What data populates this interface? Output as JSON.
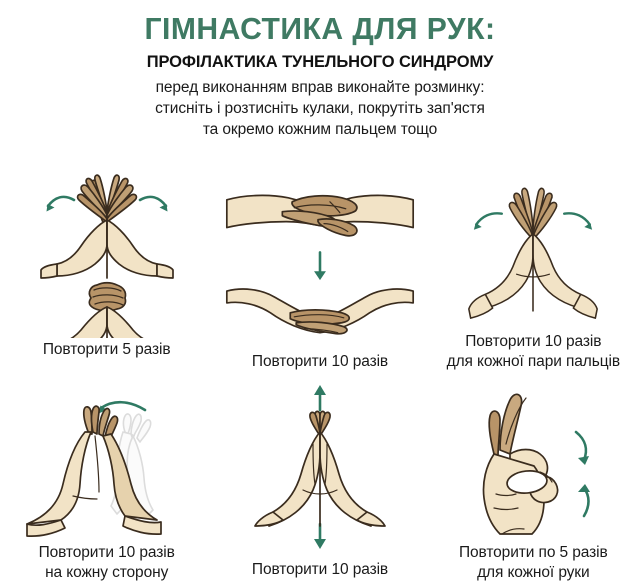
{
  "header": {
    "title": "ГІМНАСТИКА ДЛЯ РУК:",
    "subtitle": "ПРОФІЛАКТИКА ТУНЕЛЬНОГО СИНДРОМУ",
    "intro_lines": [
      "перед виконанням вправ виконайте розминку:",
      "стисніть і розтисніть кулаки, покрутіть зап'ястя",
      "та окремо кожним пальцем тощо"
    ]
  },
  "colors": {
    "title_green": "#3f7a63",
    "arrow_green": "#2f7a63",
    "skin_light": "#f2e3c6",
    "skin_mid": "#e6d2ad",
    "skin_dark": "#b89468",
    "outline": "#3a2c1e",
    "ghost": "#e9e9e9",
    "text": "#1b1b1b",
    "background": "#ffffff"
  },
  "exercises": [
    {
      "id": "press-palms-spread-fingers",
      "icon": "praying-hands-spread-fingers-icon",
      "arrows": [
        "curved-arrow-left",
        "curved-arrow-right"
      ],
      "caption_lines": [
        "Повторити 5 разів"
      ]
    },
    {
      "id": "interlace-fingers-horizontal",
      "icon": "interlaced-hands-horizontal-icon",
      "arrows": [
        "arrow-down"
      ],
      "caption_lines": [
        "Повторити 10 разів"
      ]
    },
    {
      "id": "spread-finger-pairs",
      "icon": "praying-hands-finger-pairs-icon",
      "arrows": [
        "curved-arrow-left",
        "curved-arrow-right"
      ],
      "caption_lines": [
        "Повторити 10 разів",
        "для кожної пари пальців"
      ]
    },
    {
      "id": "tilt-palms-sideways",
      "icon": "praying-hands-tilt-icon",
      "arrows": [
        "curved-arrow-left"
      ],
      "caption_lines": [
        "Повторити 10 разів",
        "на кожну сторону"
      ]
    },
    {
      "id": "press-palms-up-down",
      "icon": "praying-hands-icon",
      "arrows": [
        "arrow-up",
        "arrow-down"
      ],
      "caption_lines": [
        "Повторити 10 разів"
      ]
    },
    {
      "id": "ok-sign-each-finger",
      "icon": "ok-hand-sign-icon",
      "arrows": [
        "curved-arrow-down",
        "curved-arrow-up"
      ],
      "caption_lines": [
        "Повторити по 5 разів",
        "для кожної руки"
      ]
    }
  ]
}
